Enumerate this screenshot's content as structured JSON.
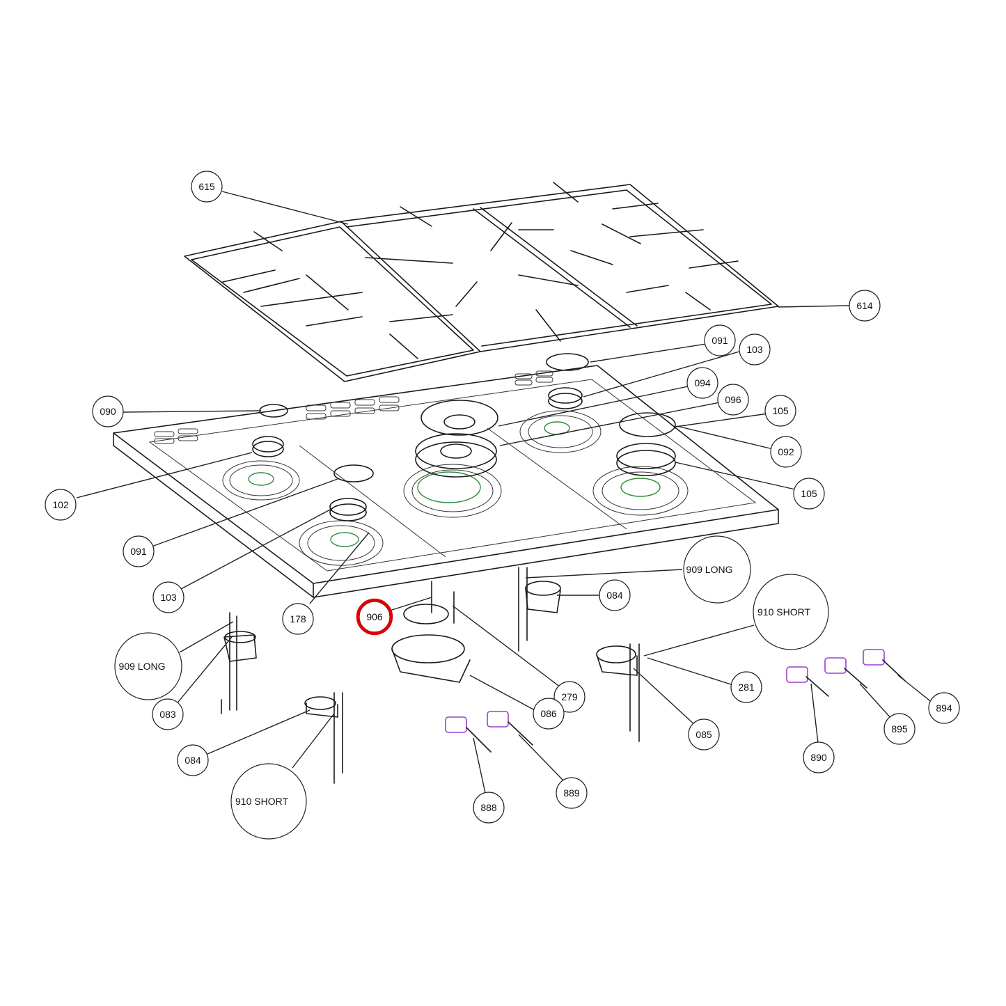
{
  "colors": {
    "highlight": "#e00000",
    "line": "#222222",
    "burner_ring": "#2e8b3a",
    "valve": "#9b3fcf"
  },
  "callouts": [
    {
      "id": "c615",
      "label": "615"
    },
    {
      "id": "c614",
      "label": "614"
    },
    {
      "id": "c091a",
      "label": "091"
    },
    {
      "id": "c103a",
      "label": "103"
    },
    {
      "id": "c094",
      "label": "094"
    },
    {
      "id": "c096",
      "label": "096"
    },
    {
      "id": "c105a",
      "label": "105"
    },
    {
      "id": "c092",
      "label": "092"
    },
    {
      "id": "c105b",
      "label": "105"
    },
    {
      "id": "c090",
      "label": "090"
    },
    {
      "id": "c102",
      "label": "102"
    },
    {
      "id": "c091b",
      "label": "091"
    },
    {
      "id": "c103b",
      "label": "103"
    },
    {
      "id": "c178",
      "label": "178"
    },
    {
      "id": "c906",
      "label": "906",
      "highlighted": true
    },
    {
      "id": "c909a",
      "label": "909 LONG"
    },
    {
      "id": "c084a",
      "label": "084"
    },
    {
      "id": "c910a",
      "label": "910 SHORT"
    },
    {
      "id": "c909b",
      "label": "909 LONG"
    },
    {
      "id": "c083",
      "label": "083"
    },
    {
      "id": "c279",
      "label": "279"
    },
    {
      "id": "c086",
      "label": "086"
    },
    {
      "id": "c281",
      "label": "281"
    },
    {
      "id": "c085",
      "label": "085"
    },
    {
      "id": "c894",
      "label": "894"
    },
    {
      "id": "c895",
      "label": "895"
    },
    {
      "id": "c890",
      "label": "890"
    },
    {
      "id": "c084b",
      "label": "084"
    },
    {
      "id": "c910b",
      "label": "910 SHORT"
    },
    {
      "id": "c888",
      "label": "888"
    },
    {
      "id": "c889",
      "label": "889"
    }
  ]
}
